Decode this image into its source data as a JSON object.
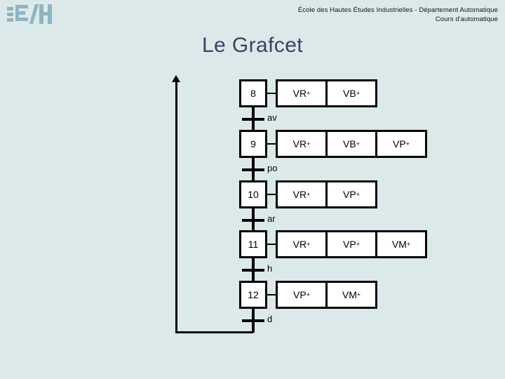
{
  "header": {
    "logo_name": "hei-logo",
    "logo_text": "EH",
    "affiliation_line1": "École des Hautes Études Industrielles -  Département Automatique",
    "affiliation_line2": "Cours d'automatique"
  },
  "title": "Le Grafcet",
  "colors": {
    "background": "#dce9ea",
    "title": "#3c4262",
    "logo": "#8fb4c2",
    "line": "#000000",
    "box_fill": "#ffffff"
  },
  "diagram": {
    "type": "grafcet",
    "loop_back": true,
    "rows": [
      {
        "step": "8",
        "actions": [
          "VR",
          "VB"
        ],
        "action_signs": [
          "+",
          "+"
        ],
        "transition": "av"
      },
      {
        "step": "9",
        "actions": [
          "VR",
          "VB",
          "VP"
        ],
        "action_signs": [
          "+",
          "+",
          "+"
        ],
        "transition": "po"
      },
      {
        "step": "10",
        "actions": [
          "VR",
          "VP"
        ],
        "action_signs": [
          "+",
          "+"
        ],
        "transition": "ar"
      },
      {
        "step": "11",
        "actions": [
          "VR",
          "VP",
          "VM"
        ],
        "action_signs": [
          "+",
          "+",
          "+"
        ],
        "transition": "h"
      },
      {
        "step": "12",
        "actions": [
          "VP",
          "VM"
        ],
        "action_signs": [
          "+",
          "+"
        ],
        "transition": "d"
      }
    ]
  }
}
